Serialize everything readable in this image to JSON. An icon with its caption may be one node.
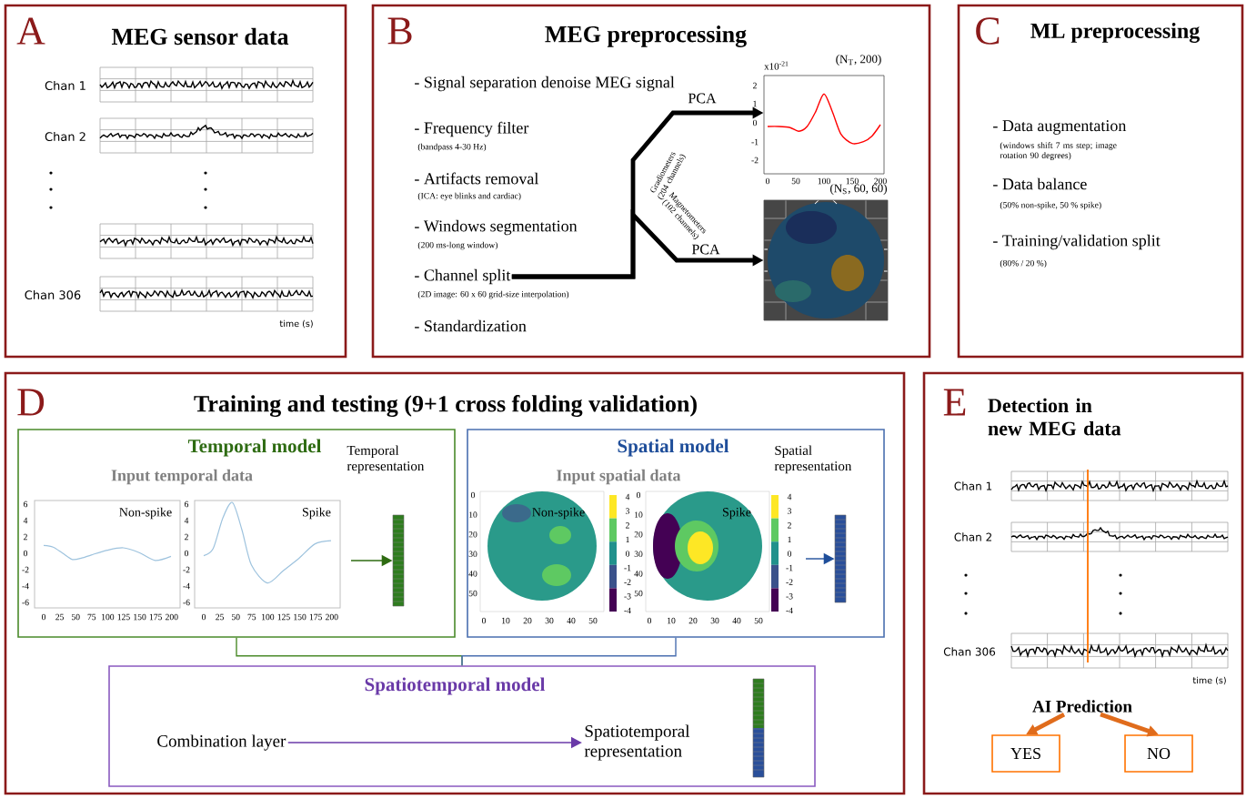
{
  "diagram": {
    "nodes": [
      {
        "text": [
          "A",
          "MEG sensor data"
        ]
      },
      {
        "text": [
          "B",
          "MEG preprocessing"
        ]
      },
      {
        "text": [
          "- Channel split"
        ],
        "in": 1,
        "beside": [
          "(2D image: 60 x 60 grid-size interpolation)"
        ]
      },
      {
        "text": [],
        "shape": "picture",
        "in": 1,
        "beside": [
          "(N$_{T}$, 200)"
        ]
      },
      {
        "text": [],
        "shape": "picture",
        "in": 1,
        "beside": [
          "(N$_{S}$, 60, 60)"
        ]
      },
      {
        "text": [
          "C",
          "ML preprocessing"
        ]
      },
      {
        "text": [
          "D",
          "Training and testing (9+1 cross folding validation)"
        ]
      },
      {
        "text": [
          "Temporal model",
          "Input temporal data"
        ],
        "in": 6
      },
      {
        "text": [],
        "shape": "bar",
        "in": 7,
        "beside": [
          "Temporal representation"
        ]
      },
      {
        "text": [
          "Spatial model",
          "Input spatial data"
        ],
        "in": 6
      },
      {
        "text": [],
        "shape": "bar",
        "in": 9,
        "beside": [
          "Spatial representation"
        ]
      },
      {
        "text": [
          "Spatiotemporal model"
        ],
        "in": 6
      },
      {
        "text": [
          "Combination layer"
        ],
        "in": 11
      },
      {
        "text": [
          "Spatiotemporal representation"
        ],
        "in": 11
      },
      {
        "text": [],
        "shape": "bar",
        "in": 11
      },
      {
        "text": [
          "E",
          "Detection in new MEG data"
        ]
      },
      {
        "text": [
          "AI Prediction"
        ],
        "in": 15
      },
      {
        "text": [
          "YES"
        ],
        "in": 15
      },
      {
        "text": [
          "NO"
        ],
        "in": 15
      }
    ],
    "edges": [
      {
        "from": 2,
        "to": 3,
        "arrow": "to",
        "label": "PCA",
        "style": "thick"
      },
      {
        "from": 2,
        "to": 4,
        "arrow": "to",
        "label": "PCA",
        "style": "thick"
      },
      {
        "from": null,
        "to": 8,
        "arrow": "to",
        "color": "#2e6b12"
      },
      {
        "from": null,
        "to": 10,
        "arrow": "to",
        "color": "#1f4e9a"
      },
      {
        "from": 7,
        "to": 11,
        "arrow": "none",
        "color": "#4a8a2a"
      },
      {
        "from": 9,
        "to": 11,
        "arrow": "none",
        "color": "#4a6fb0"
      },
      {
        "from": 12,
        "to": 13,
        "arrow": "to",
        "color": "#6a3aa8"
      },
      {
        "from": 16,
        "to": 17,
        "arrow": "to",
        "style": "thick",
        "color": "#e06c1c"
      },
      {
        "from": 16,
        "to": 18,
        "arrow": "to",
        "style": "thick",
        "color": "#e06c1c"
      }
    ],
    "labels": [
      "Chan 1",
      "Chan 2",
      "Chan 306",
      "time (s)",
      "- Signal separation denoise MEG signal",
      "- Frequency filter",
      "(bandpass 4-30 Hz)",
      "- Artifacts removal",
      "(ICA:  eye blinks and cardiac)",
      "- Windows segmentation",
      "(200 ms-long window)",
      "- Standardization",
      "Gradiometers (204 channels)",
      "Magnetometers (102 channels)",
      "x10$^{-21}$",
      "2",
      "1",
      "0",
      "-1",
      "-2",
      "0",
      "50",
      "100",
      "150",
      "200",
      "- Data augmentation",
      "(windows shift 7 ms step; image rotation 90 degrees)",
      "- Data balance",
      "(50% non-spike, 50 % spike)",
      "- Training/validation split",
      "(80% / 20 %)",
      "Non-spike",
      "6",
      "4",
      "2",
      "0",
      "-2",
      "-4",
      "-6",
      "0",
      "25",
      "50",
      "75",
      "100",
      "125",
      "150",
      "175",
      "200",
      "Spike",
      "6",
      "4",
      "2",
      "0",
      "-2",
      "-4",
      "-6",
      "0",
      "25",
      "50",
      "75",
      "100",
      "125",
      "150",
      "175",
      "200",
      "Non-spike",
      "0",
      "10",
      "20",
      "30",
      "40",
      "50",
      "0",
      "10",
      "20",
      "30",
      "40",
      "50",
      "4",
      "3",
      "2",
      "1",
      "0",
      "-1",
      "-2",
      "-3",
      "-4",
      "Spike",
      "0",
      "10",
      "20",
      "30",
      "40",
      "50",
      "0",
      "10",
      "20",
      "30",
      "40",
      "50",
      "4",
      "3",
      "2",
      "1",
      "0",
      "-1",
      "-2",
      "-3",
      "-4",
      "Chan 1",
      "Chan 2",
      "Chan 306",
      "time (s)"
    ]
  }
}
